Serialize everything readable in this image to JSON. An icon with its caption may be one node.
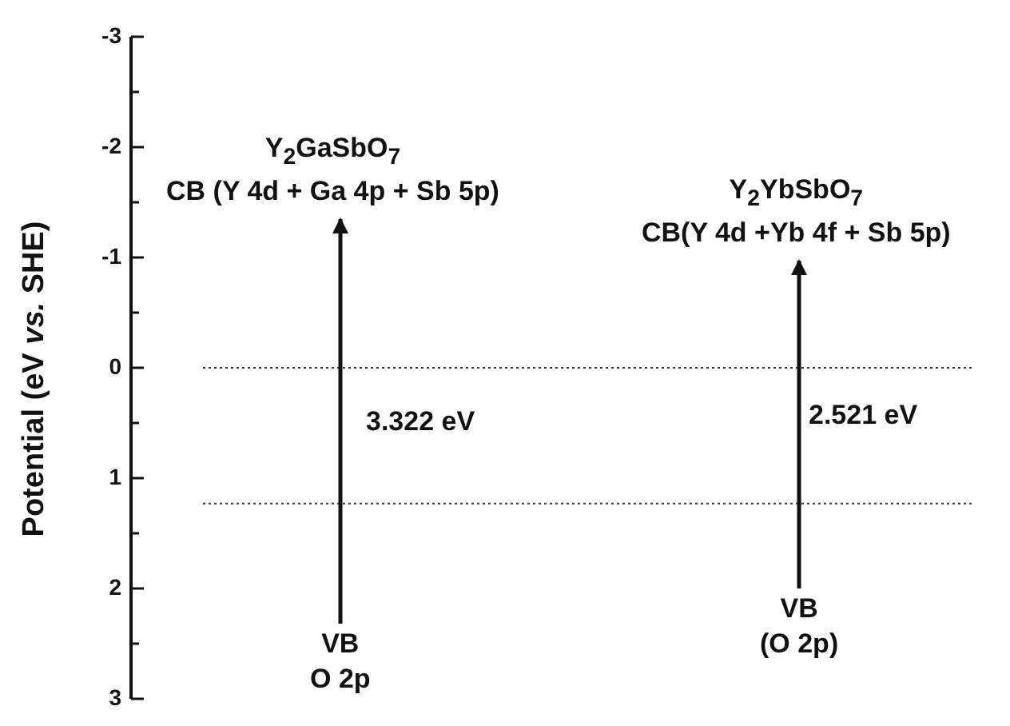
{
  "diagram": {
    "nodes": [
      {
        "text": [
          "Y$_{2}$GaSbO$_{7}$",
          "CB (Y 4d + Ga 4p + Sb 5p)"
        ]
      },
      {
        "text": [
          "VB",
          "O 2p"
        ]
      },
      {
        "text": [
          "Y$_{2}$YbSbO$_{7}$",
          "CB(Y 4d +Yb 4f + Sb 5p)"
        ]
      },
      {
        "text": [
          "VB",
          "(O 2p)"
        ]
      }
    ],
    "edges": [
      {
        "from": 1,
        "to": 0,
        "arrow": "to",
        "label": "3.322 eV"
      },
      {
        "from": 3,
        "to": 2,
        "arrow": "to",
        "label": "2.521 eV"
      }
    ],
    "labels": [
      "Potential (eV *vs.* SHE)",
      "-3",
      "-2",
      "-1",
      "0",
      "1",
      "2",
      "3"
    ]
  }
}
